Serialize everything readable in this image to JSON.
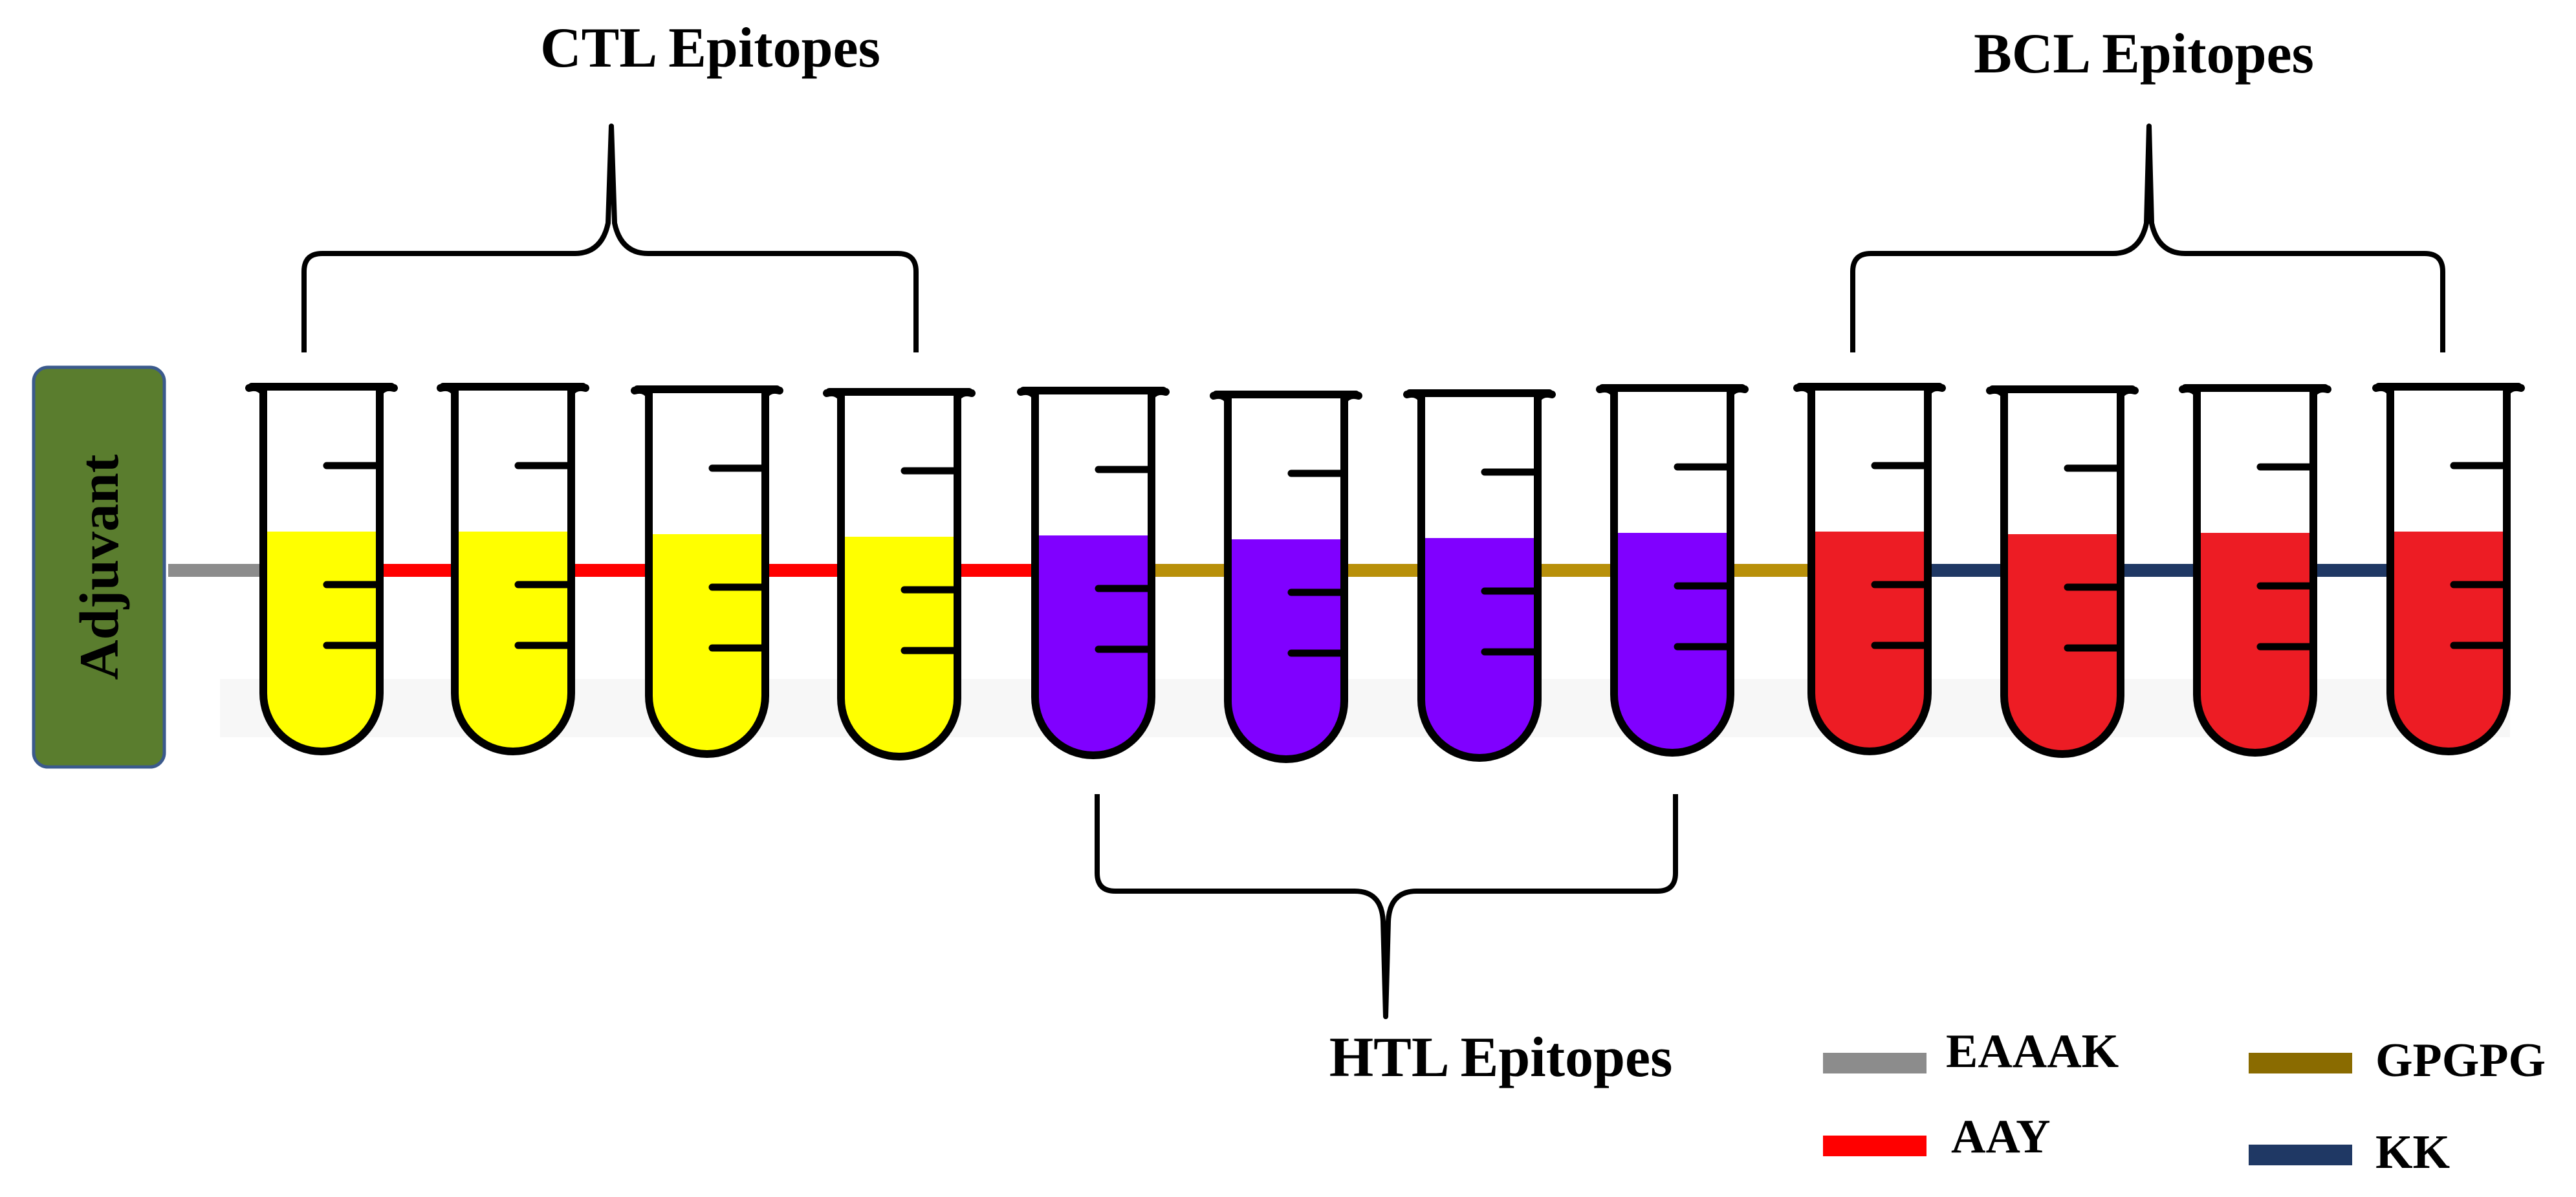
{
  "adjuvant": {
    "label": "Adjuvant",
    "color": "#5a7d2e",
    "border": "#3b5a8c"
  },
  "groups": [
    {
      "id": "ctl",
      "label": "CTL Epitopes",
      "color": "#ffff00",
      "count": 4
    },
    {
      "id": "htl",
      "label": "HTL Epitopes",
      "color": "#8000ff",
      "count": 4
    },
    {
      "id": "bcl",
      "label": "BCL Epitopes",
      "color": "#ed1c24",
      "count": 4
    }
  ],
  "linkers": {
    "adjuvant_to_first": "EAAAK",
    "within_ctl": "AAY",
    "ctl_to_htl": "AAY",
    "within_htl": "GPGPG",
    "htl_to_bcl": "GPGPG",
    "within_bcl": "KK"
  },
  "legend": [
    {
      "label": "EAAAK",
      "color": "#8c8c8c"
    },
    {
      "label": "GPGPG",
      "color": "#8a6b00"
    },
    {
      "label": "AAY",
      "color": "#ff0000"
    },
    {
      "label": "KK",
      "color": "#1f3864"
    }
  ],
  "linker_colors": {
    "EAAAK": "#8c8c8c",
    "AAY": "#ff0000",
    "GPGPG": "#b8900a",
    "KK": "#1f3864"
  }
}
